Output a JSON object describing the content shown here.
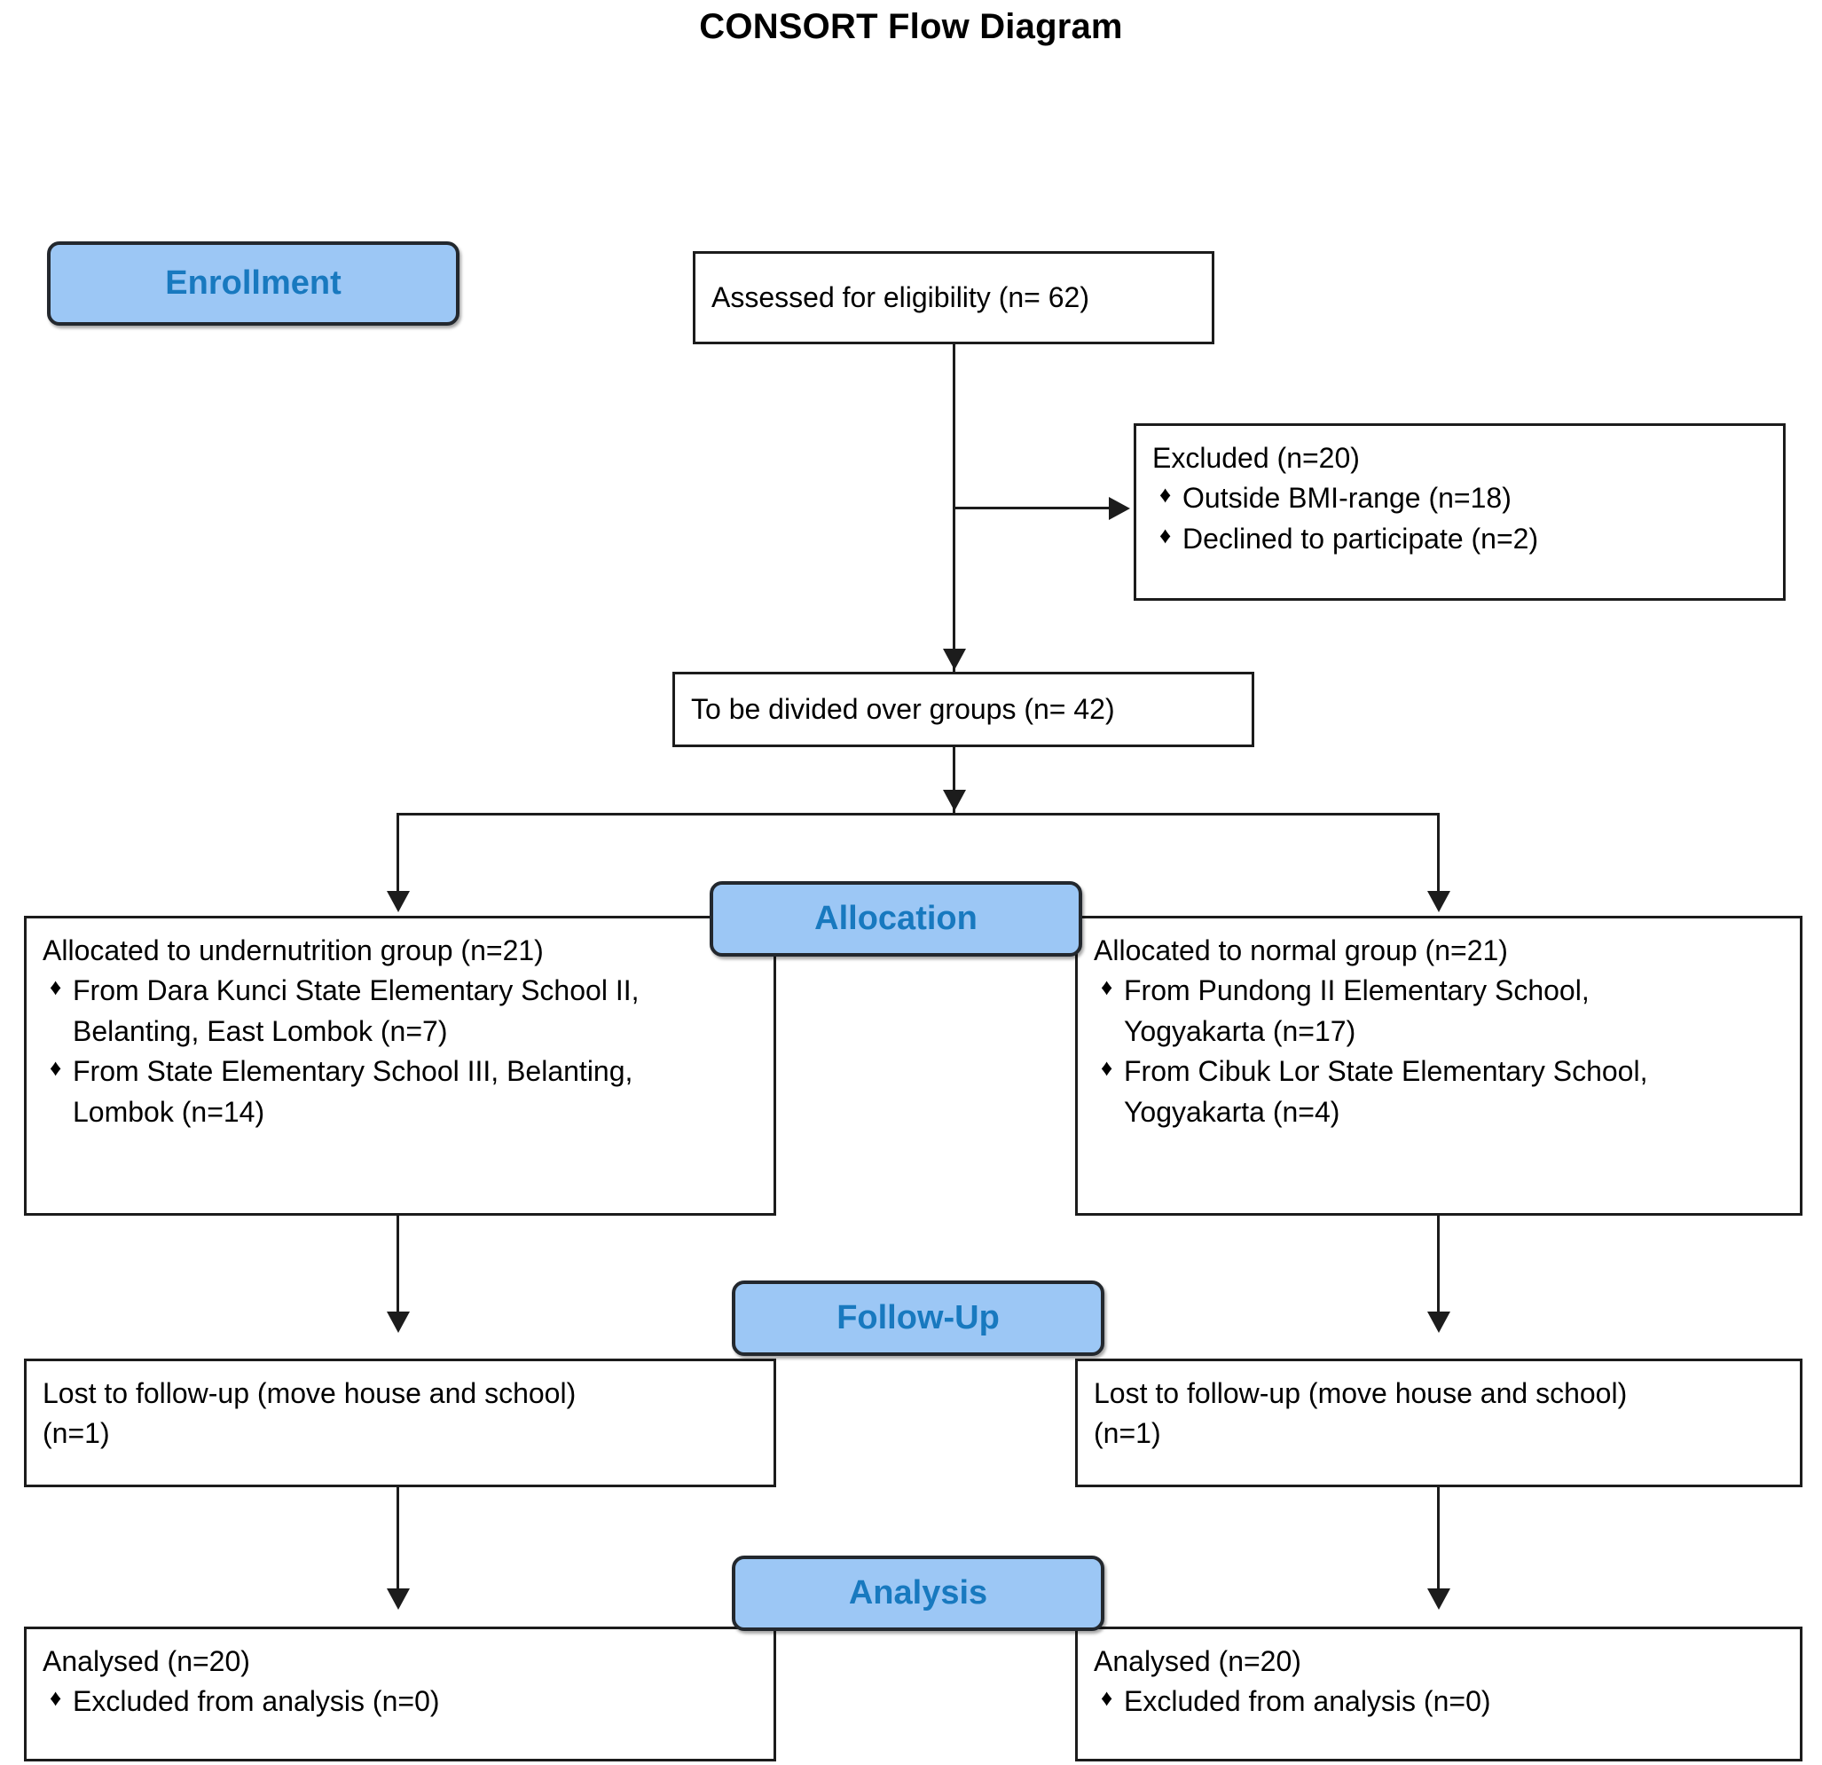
{
  "title": "CONSORT Flow Diagram",
  "stages": {
    "enrollment": "Enrollment",
    "allocation": "Allocation",
    "followup": "Follow-Up",
    "analysis": "Analysis"
  },
  "bullet_glyph": "♦",
  "colors": {
    "stage_fill": "#9CC7F5",
    "stage_text": "#1879BF",
    "box_border": "#1C1C1C",
    "text": "#000000",
    "background": "#FFFFFF"
  },
  "nodes": {
    "assessed": {
      "lines": [
        "Assessed for eligibility (n= 62)"
      ]
    },
    "excluded": {
      "heading": "Excluded  (n=20)",
      "bullets": [
        "Outside BMI-range (n=18)",
        "Declined to participate (n=2)"
      ]
    },
    "divided": {
      "lines": [
        "To be divided over groups (n= 42)"
      ]
    },
    "alloc_left": {
      "heading": "Allocated to undernutrition group (n=21)",
      "bullets": [
        [
          "From Dara Kunci State Elementary School II,",
          "Belanting, East Lombok (n=7)"
        ],
        [
          "From State Elementary School III, Belanting,",
          "Lombok (n=14)"
        ]
      ]
    },
    "alloc_right": {
      "heading": "Allocated to normal group (n=21)",
      "bullets": [
        [
          "From Pundong II Elementary School,",
          "Yogyakarta (n=17)"
        ],
        [
          "From Cibuk Lor State Elementary School,",
          "Yogyakarta (n=4)"
        ]
      ]
    },
    "followup_left": {
      "lines": [
        "Lost to follow-up (move house and school)",
        "(n=1)"
      ]
    },
    "followup_right": {
      "lines": [
        "Lost to follow-up (move house and school)",
        "(n=1)"
      ]
    },
    "analysis_left": {
      "heading": "Analysed  (n=20)",
      "bullets": [
        "Excluded from analysis (n=0)"
      ]
    },
    "analysis_right": {
      "heading": "Analysed  (n=20)",
      "bullets": [
        "Excluded from analysis (n=0)"
      ]
    }
  },
  "chart_data": {
    "type": "diagram",
    "title": "CONSORT Flow Diagram",
    "stages": [
      "Enrollment",
      "Allocation",
      "Follow-Up",
      "Analysis"
    ],
    "nodes": [
      {
        "id": "assessed",
        "stage": "Enrollment",
        "label": "Assessed for eligibility",
        "n": 62
      },
      {
        "id": "excluded",
        "stage": "Enrollment",
        "label": "Excluded",
        "n": 20,
        "reasons": [
          {
            "label": "Outside BMI-range",
            "n": 18
          },
          {
            "label": "Declined to participate",
            "n": 2
          }
        ]
      },
      {
        "id": "divided",
        "stage": "Enrollment",
        "label": "To be divided over groups",
        "n": 42
      },
      {
        "id": "alloc_left",
        "stage": "Allocation",
        "label": "Allocated to undernutrition group",
        "n": 21,
        "sources": [
          {
            "label": "From Dara Kunci State Elementary School II, Belanting, East Lombok",
            "n": 7
          },
          {
            "label": "From State Elementary School III, Belanting, Lombok",
            "n": 14
          }
        ]
      },
      {
        "id": "alloc_right",
        "stage": "Allocation",
        "label": "Allocated to normal group",
        "n": 21,
        "sources": [
          {
            "label": "From Pundong II Elementary School, Yogyakarta",
            "n": 17
          },
          {
            "label": "From Cibuk Lor State Elementary School, Yogyakarta",
            "n": 4
          }
        ]
      },
      {
        "id": "followup_left",
        "stage": "Follow-Up",
        "label": "Lost to follow-up (move house and school)",
        "n": 1
      },
      {
        "id": "followup_right",
        "stage": "Follow-Up",
        "label": "Lost to follow-up (move house and school)",
        "n": 1
      },
      {
        "id": "analysis_left",
        "stage": "Analysis",
        "label": "Analysed",
        "n": 20,
        "excluded_from_analysis": 0
      },
      {
        "id": "analysis_right",
        "stage": "Analysis",
        "label": "Analysed",
        "n": 20,
        "excluded_from_analysis": 0
      }
    ],
    "edges": [
      {
        "from": "assessed",
        "to": "excluded"
      },
      {
        "from": "assessed",
        "to": "divided"
      },
      {
        "from": "divided",
        "to": "alloc_left"
      },
      {
        "from": "divided",
        "to": "alloc_right"
      },
      {
        "from": "alloc_left",
        "to": "followup_left"
      },
      {
        "from": "alloc_right",
        "to": "followup_right"
      },
      {
        "from": "followup_left",
        "to": "analysis_left"
      },
      {
        "from": "followup_right",
        "to": "analysis_right"
      }
    ]
  }
}
